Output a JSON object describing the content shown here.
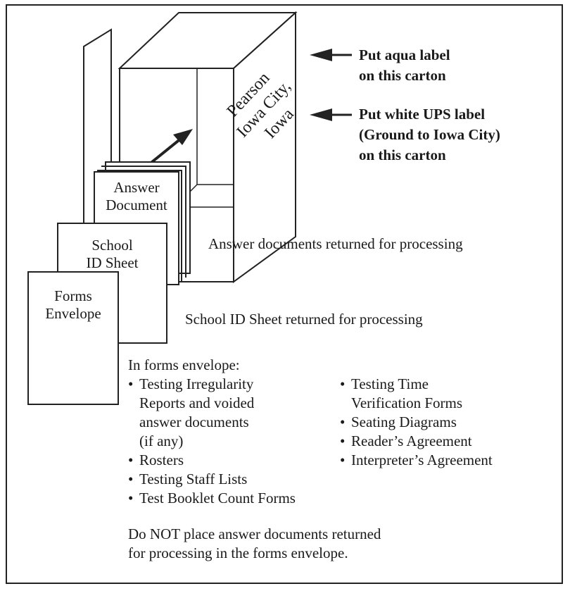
{
  "callouts": {
    "aqua_line1": "Put aqua label",
    "aqua_line2": "on this carton",
    "ups_line1": "Put white UPS label",
    "ups_line2": "(Ground to Iowa City)",
    "ups_line3": "on this carton"
  },
  "carton_side": {
    "line1": "Pearson",
    "line2": "Iowa City,",
    "line3": "Iowa"
  },
  "documents": {
    "answer_document": {
      "line1": "Answer",
      "line2": "Document"
    },
    "school_id_sheet": {
      "line1": "School",
      "line2": "ID Sheet"
    },
    "forms_envelope": {
      "line1": "Forms",
      "line2": "Envelope"
    }
  },
  "captions": {
    "answer_documents": "Answer documents returned for processing",
    "school_id_sheet": "School ID Sheet returned for processing"
  },
  "envelope_contents": {
    "heading": "In forms envelope:",
    "bullet": "•",
    "left_items": [
      {
        "lines": [
          "Testing Irregularity",
          "Reports and voided",
          "answer documents",
          "(if any)"
        ]
      },
      {
        "lines": [
          "Rosters"
        ]
      },
      {
        "lines": [
          "Testing Staff Lists"
        ]
      },
      {
        "lines": [
          "Test Booklet Count Forms"
        ]
      }
    ],
    "right_items": [
      {
        "lines": [
          "Testing Time",
          "Verification Forms"
        ]
      },
      {
        "lines": [
          "Seating Diagrams"
        ]
      },
      {
        "lines": [
          "Reader’s Agreement"
        ]
      },
      {
        "lines": [
          "Interpreter’s Agreement"
        ]
      }
    ]
  },
  "warning": {
    "line1": "Do NOT place answer documents returned",
    "line2": "for processing in the forms envelope."
  }
}
